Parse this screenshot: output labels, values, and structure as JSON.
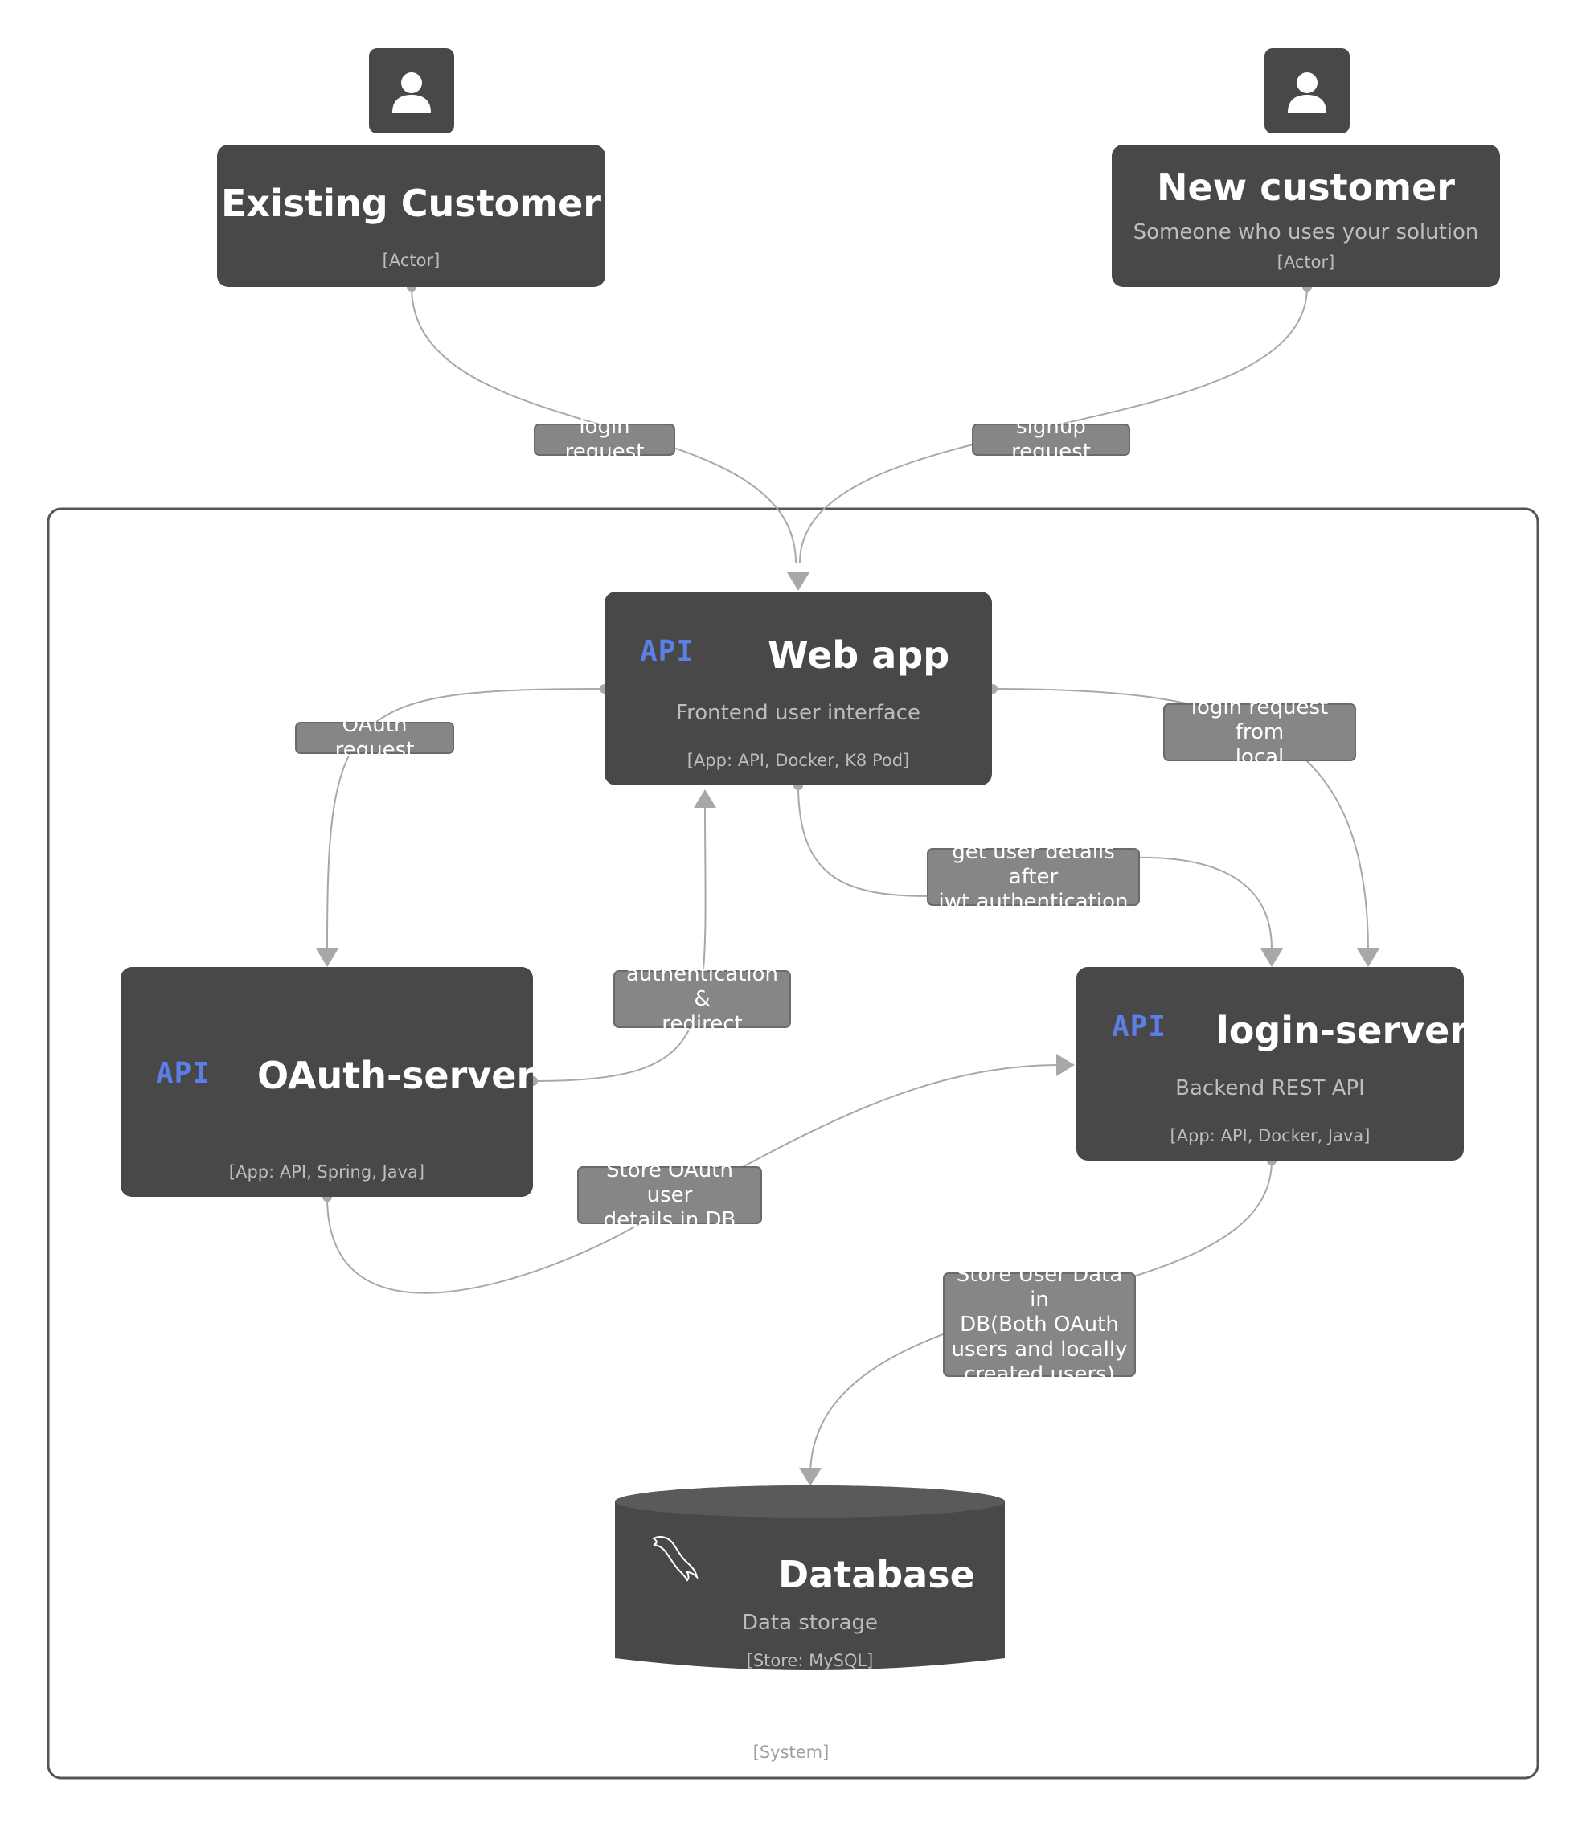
{
  "actors": {
    "existing_customer": {
      "title": "Existing Customer",
      "tech": "[Actor]",
      "icon": "person-icon"
    },
    "new_customer": {
      "title": "New customer",
      "desc": "Someone who uses your solution",
      "tech": "[Actor]",
      "icon": "person-icon"
    }
  },
  "system": {
    "label": "[System]"
  },
  "containers": {
    "web_app": {
      "badge": "API",
      "title": "Web app",
      "desc": "Frontend user interface",
      "tech": "[App: API, Docker, K8 Pod]"
    },
    "oauth_server": {
      "badge": "API",
      "title": "OAuth-server",
      "tech": "[App: API, Spring, Java]"
    },
    "login_server": {
      "badge": "API",
      "title": "login-server",
      "desc": "Backend REST API",
      "tech": "[App: API, Docker, Java]"
    },
    "database": {
      "icon": "mysql-dolphin-icon",
      "title": "Database",
      "desc": "Data storage",
      "tech": "[Store: MySQL]"
    }
  },
  "relations": {
    "login_request": "login request",
    "signup_request": "signup request",
    "oauth_request": "OAuth request",
    "login_request_local": "login request from\nlocal",
    "get_user_details": "get user details after\njwt authentication",
    "auth_redirect": "authentication &\nredirect",
    "store_oauth": "Store OAuth user\ndetails in DB",
    "store_user_data": "Store User Data in\nDB(Both OAuth\nusers and locally\ncreated users)"
  },
  "colors": {
    "node": "#484848",
    "label_bg": "#868686",
    "edge": "#a8a8a8",
    "api_badge": "#5b7fe6",
    "boundary": "#555555"
  }
}
